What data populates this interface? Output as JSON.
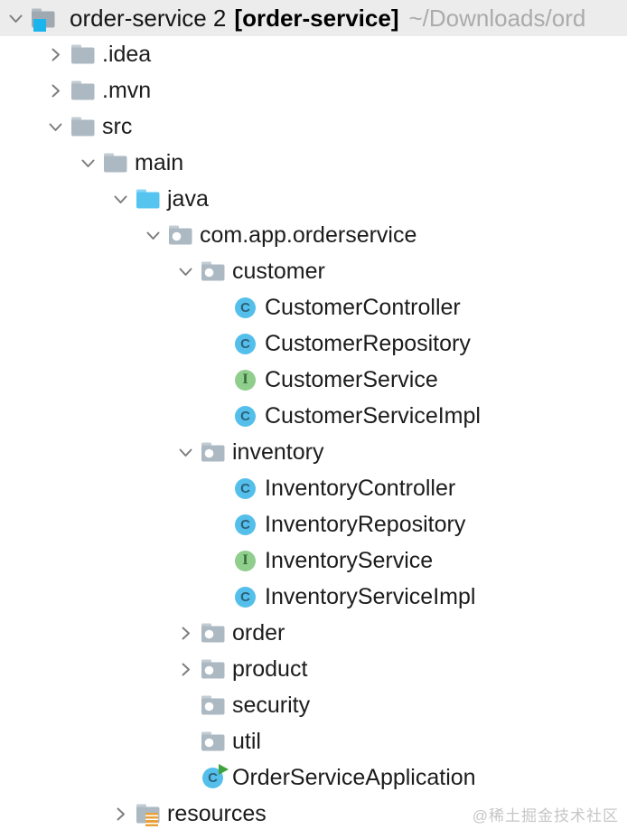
{
  "header": {
    "project_name": "order-service 2",
    "module_name": "[order-service]",
    "path": "~/Downloads/ord"
  },
  "tree": {
    "items": [
      {
        "label": ".idea",
        "level": 1,
        "chevron": "collapsed",
        "icon": "folder"
      },
      {
        "label": ".mvn",
        "level": 1,
        "chevron": "collapsed",
        "icon": "folder"
      },
      {
        "label": "src",
        "level": 1,
        "chevron": "expanded",
        "icon": "folder"
      },
      {
        "label": "main",
        "level": 2,
        "chevron": "expanded",
        "icon": "folder"
      },
      {
        "label": "java",
        "level": 3,
        "chevron": "expanded",
        "icon": "folder-source"
      },
      {
        "label": "com.app.orderservice",
        "level": 4,
        "chevron": "expanded",
        "icon": "package"
      },
      {
        "label": "customer",
        "level": 5,
        "chevron": "expanded",
        "icon": "package"
      },
      {
        "label": "CustomerController",
        "level": 6,
        "chevron": "none",
        "icon": "class"
      },
      {
        "label": "CustomerRepository",
        "level": 6,
        "chevron": "none",
        "icon": "class"
      },
      {
        "label": "CustomerService",
        "level": 6,
        "chevron": "none",
        "icon": "interface"
      },
      {
        "label": "CustomerServiceImpl",
        "level": 6,
        "chevron": "none",
        "icon": "class"
      },
      {
        "label": "inventory",
        "level": 5,
        "chevron": "expanded",
        "icon": "package"
      },
      {
        "label": "InventoryController",
        "level": 6,
        "chevron": "none",
        "icon": "class"
      },
      {
        "label": "InventoryRepository",
        "level": 6,
        "chevron": "none",
        "icon": "class"
      },
      {
        "label": "InventoryService",
        "level": 6,
        "chevron": "none",
        "icon": "interface"
      },
      {
        "label": "InventoryServiceImpl",
        "level": 6,
        "chevron": "none",
        "icon": "class"
      },
      {
        "label": "order",
        "level": 5,
        "chevron": "collapsed",
        "icon": "package"
      },
      {
        "label": "product",
        "level": 5,
        "chevron": "collapsed",
        "icon": "package"
      },
      {
        "label": "security",
        "level": 5,
        "chevron": "none",
        "icon": "package"
      },
      {
        "label": "util",
        "level": 5,
        "chevron": "none",
        "icon": "package"
      },
      {
        "label": "OrderServiceApplication",
        "level": 5,
        "chevron": "none",
        "icon": "class-run"
      },
      {
        "label": "resources",
        "level": 3,
        "chevron": "collapsed",
        "icon": "folder-resources"
      }
    ]
  },
  "icon_glyphs": {
    "class_letter": "C",
    "interface_letter": "I"
  },
  "watermark": {
    "text": "@稀土掘金技术社区"
  },
  "colors": {
    "header_bg": "#ECECEC",
    "row_text": "#1C1C1C",
    "path_text": "#ABABAB",
    "chevron": "#7E7E7E",
    "folder": "#ACB9C3",
    "folder_tab": "#C2CCD3",
    "java_folder": "#55C4EF",
    "java_folder_tab": "#86D6F6",
    "project_folder": "#9FA9B1",
    "project_folder_tab": "#B2BBC2",
    "project_square": "#1CB4EC",
    "class_circle": "#54BFEA",
    "class_letter": "#2D6079",
    "interface_circle": "#8FCE8C",
    "interface_letter": "#316B31",
    "run_arrow": "#3EA33E",
    "resources_lines": "#E8A23B",
    "watermark": "#C6C6C6"
  }
}
